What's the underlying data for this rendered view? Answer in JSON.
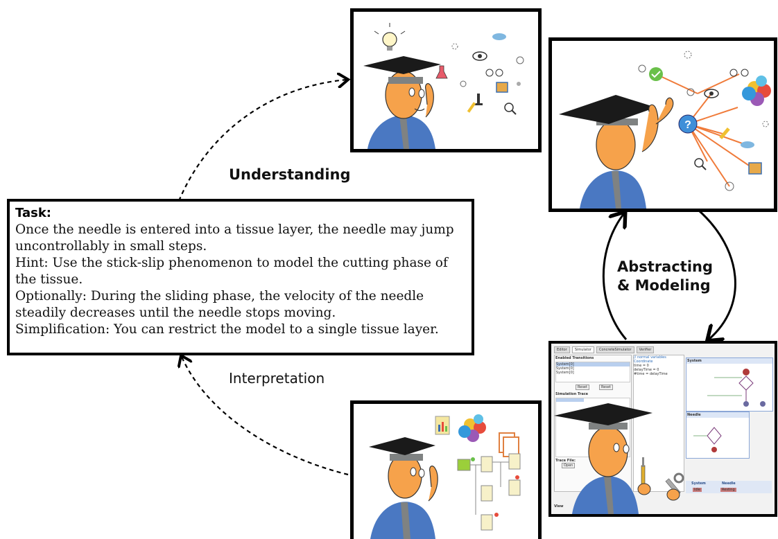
{
  "labels": {
    "understanding": "Understanding",
    "abstracting_line1": "Abstracting",
    "abstracting_line2": "& Modeling",
    "interpretation": "Interpretation"
  },
  "task": {
    "title": "Task:",
    "lines": [
      "Once the needle is entered into a tissue layer, the needle may jump",
      "uncontrollably in small steps.",
      "Hint: Use the stick-slip phenomenon to model the cutting phase of",
      "the tissue.",
      "Optionally: During the sliding phase, the velocity of the needle",
      "steadily decreases until the needle stops moving.",
      "Simplification: You can restrict the model to a single tissue layer."
    ]
  },
  "simulator": {
    "tabs": [
      "Editor",
      "Simulator",
      "ConcreteSimulator",
      "Verifier"
    ],
    "enabled_transitions_title": "Enabled Transitions",
    "transitions": [
      "System[0]",
      "System[0]",
      "System[0]"
    ],
    "reset_label": "Reset",
    "random_label": "Reset",
    "simulation_trace_title": "Simulation Trace",
    "trace_file_title": "Trace File:",
    "open_label": "Open",
    "code_lines": [
      "// normal variables",
      "Coordinate",
      "  time = 0",
      "  delayTime = 0",
      "  #time = delayTime"
    ],
    "system_title": "System",
    "needle_title": "Needle",
    "bottom_labels": [
      "System",
      "Needle"
    ],
    "state_labels": [
      "Idle",
      "Resting"
    ],
    "view_label": "View"
  },
  "colors": {
    "border": "#000000",
    "figure_skin": "#f6a24b",
    "figure_shirt": "#4a78c2",
    "figure_tie": "#7f8282",
    "cap": "#1a1a1a",
    "accent_orange": "#f07b3a",
    "accent_blue": "#3f8fd8"
  }
}
